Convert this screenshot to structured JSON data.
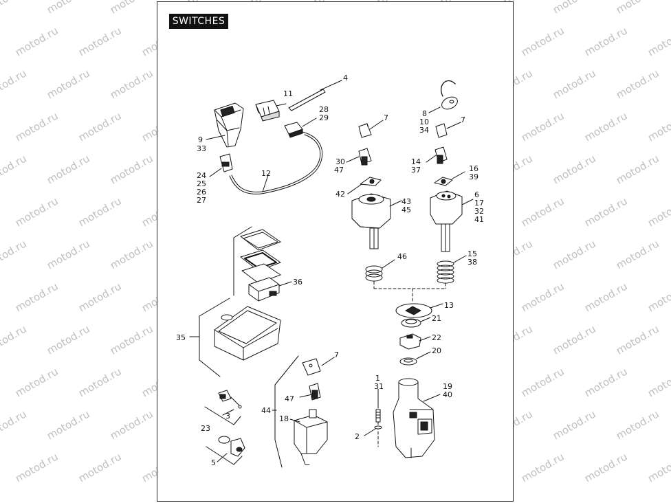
{
  "title": "SWITCHES",
  "watermark": "motod.ru",
  "colors": {
    "ink": "#111111",
    "frame": "#222222",
    "watermark": "#bfbfbf",
    "background": "#ffffff"
  },
  "callouts": [
    {
      "id": "c4",
      "text": "4"
    },
    {
      "id": "c11",
      "text": "11"
    },
    {
      "id": "c28",
      "text": "28"
    },
    {
      "id": "c29",
      "text": "29"
    },
    {
      "id": "c8",
      "text": "8"
    },
    {
      "id": "c10",
      "text": "10"
    },
    {
      "id": "c34",
      "text": "34"
    },
    {
      "id": "c7a",
      "text": "7"
    },
    {
      "id": "c7b",
      "text": "7"
    },
    {
      "id": "c9",
      "text": "9"
    },
    {
      "id": "c33",
      "text": "33"
    },
    {
      "id": "c30",
      "text": "30"
    },
    {
      "id": "c47a",
      "text": "47"
    },
    {
      "id": "c14",
      "text": "14"
    },
    {
      "id": "c37",
      "text": "37"
    },
    {
      "id": "c16",
      "text": "16"
    },
    {
      "id": "c39",
      "text": "39"
    },
    {
      "id": "c24",
      "text": "24"
    },
    {
      "id": "c25",
      "text": "25"
    },
    {
      "id": "c26",
      "text": "26"
    },
    {
      "id": "c27",
      "text": "27"
    },
    {
      "id": "c12",
      "text": "12"
    },
    {
      "id": "c42",
      "text": "42"
    },
    {
      "id": "c43",
      "text": "43"
    },
    {
      "id": "c45",
      "text": "45"
    },
    {
      "id": "c6",
      "text": "6"
    },
    {
      "id": "c17",
      "text": "17"
    },
    {
      "id": "c32",
      "text": "32"
    },
    {
      "id": "c41",
      "text": "41"
    },
    {
      "id": "c46",
      "text": "46"
    },
    {
      "id": "c15",
      "text": "15"
    },
    {
      "id": "c38",
      "text": "38"
    },
    {
      "id": "c36",
      "text": "36"
    },
    {
      "id": "c13",
      "text": "13"
    },
    {
      "id": "c21",
      "text": "21"
    },
    {
      "id": "c35",
      "text": "35"
    },
    {
      "id": "c22",
      "text": "22"
    },
    {
      "id": "c20",
      "text": "20"
    },
    {
      "id": "c7c",
      "text": "7"
    },
    {
      "id": "c1",
      "text": "1"
    },
    {
      "id": "c31",
      "text": "31"
    },
    {
      "id": "c19",
      "text": "19"
    },
    {
      "id": "c40",
      "text": "40"
    },
    {
      "id": "c47b",
      "text": "47"
    },
    {
      "id": "c3",
      "text": "3"
    },
    {
      "id": "c44",
      "text": "44"
    },
    {
      "id": "c18",
      "text": "18"
    },
    {
      "id": "c23",
      "text": "23"
    },
    {
      "id": "c2",
      "text": "2"
    },
    {
      "id": "c5",
      "text": "5"
    }
  ]
}
